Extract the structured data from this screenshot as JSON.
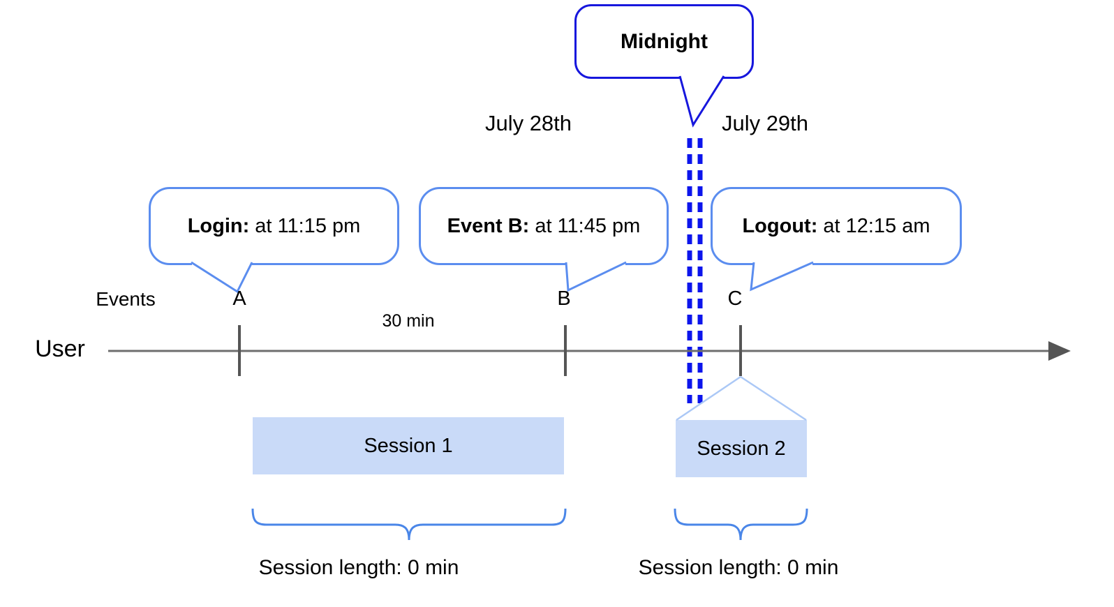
{
  "header": {
    "date_left": "July 28th",
    "date_right": "July 29th",
    "midnight_label": "Midnight"
  },
  "timeline": {
    "axis_row_label": "Events",
    "user_label": "User",
    "interval_label": "30 min",
    "events": [
      {
        "letter": "A",
        "callout_title": "Login:",
        "callout_detail": "at 11:15 pm"
      },
      {
        "letter": "B",
        "callout_title": "Event B:",
        "callout_detail": "at 11:45 pm"
      },
      {
        "letter": "C",
        "callout_title": "Logout:",
        "callout_detail": "at 12:15 am"
      }
    ]
  },
  "sessions": [
    {
      "label": "Session 1",
      "length_label": "Session length: 0 min"
    },
    {
      "label": "Session 2",
      "length_label": "Session length: 0 min"
    }
  ],
  "colors": {
    "callout_border": "#5b8def",
    "midnight_border": "#1717dd",
    "midnight_dashes": "#0c15ec",
    "session_fill": "#c9daf8",
    "brace": "#4a86e8",
    "connector": "#abc8f6",
    "axis": "#636363"
  }
}
